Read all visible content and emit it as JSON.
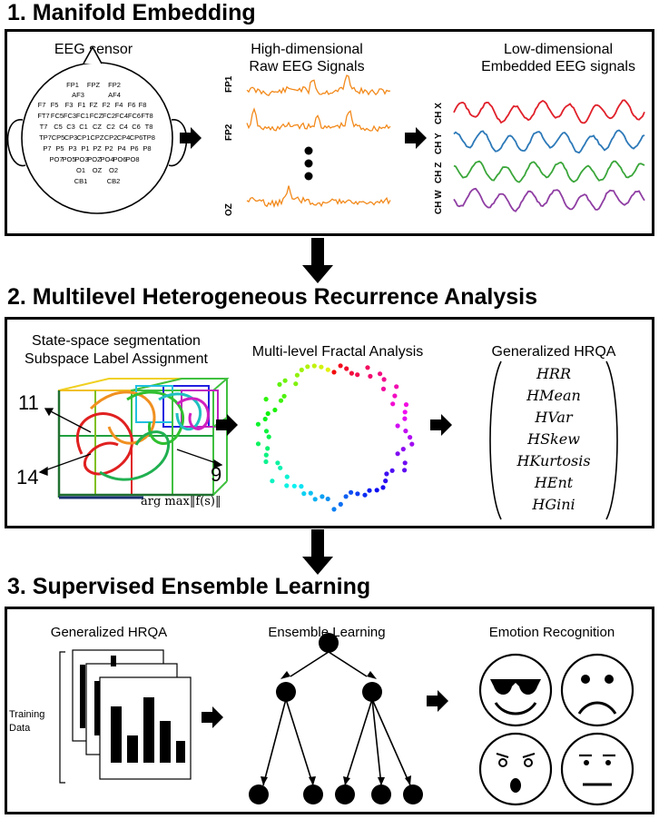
{
  "sections": [
    {
      "title": "1. Manifold Embedding"
    },
    {
      "title": "2. Multilevel Heterogeneous Recurrence Analysis"
    },
    {
      "title": "3. Supervised Ensemble Learning"
    }
  ],
  "manifold": {
    "sensor_label": "EEG sensor",
    "raw_label_1": "High-dimensional",
    "raw_label_2": "Raw EEG Signals",
    "embed_label_1": "Low-dimensional",
    "embed_label_2": "Embedded EEG signals",
    "raw_channels": [
      "FP1",
      "FP2",
      "OZ"
    ],
    "embed_channels": [
      "CH X",
      "CH Y",
      "CH Z",
      "CH W"
    ],
    "electrodes": [
      "FP1",
      "FPZ",
      "FP2",
      "AF3",
      "AF4",
      "F7",
      "F5",
      "F3",
      "F1",
      "FZ",
      "F2",
      "F4",
      "F6",
      "F8",
      "FT7",
      "FC5",
      "FC3",
      "FC1",
      "FCZ",
      "FC2",
      "FC4",
      "FC6",
      "FT8",
      "T7",
      "C5",
      "C3",
      "C1",
      "CZ",
      "C2",
      "C4",
      "C6",
      "T8",
      "TP7",
      "CP5",
      "CP3",
      "CP1",
      "CPZ",
      "CP2",
      "CP4",
      "CP6",
      "TP8",
      "P7",
      "P5",
      "P3",
      "P1",
      "PZ",
      "P2",
      "P4",
      "P6",
      "P8",
      "PO7",
      "PO5",
      "PO3",
      "POZ",
      "PO4",
      "PO6",
      "PO8",
      "O1",
      "OZ",
      "O2",
      "CB1",
      "CB2"
    ],
    "colors": {
      "raw": "#f28a1c",
      "x": "#e0202a",
      "y": "#2d79b8",
      "z": "#3aa63a",
      "w": "#8f3ea3"
    }
  },
  "hrqa": {
    "seg_label_1": "State-space segmentation",
    "seg_label_2": "Subspace Label Assignment",
    "label_11": "11",
    "label_14": "14",
    "label_9": "9",
    "argmax": "arg max‖f(s)‖",
    "fractal_label": "Multi-level Fractal Analysis",
    "gen_label": "Generalized HRQA",
    "features": [
      "HRR",
      "HMean",
      "HVar",
      "HSkew",
      "HKurtosis",
      "HEnt",
      "HGini"
    ]
  },
  "ensemble": {
    "gen_label": "Generalized HRQA",
    "training_1": "Training",
    "training_2": "Data",
    "ens_label": "Ensemble Learning",
    "emo_label": "Emotion Recognition"
  }
}
